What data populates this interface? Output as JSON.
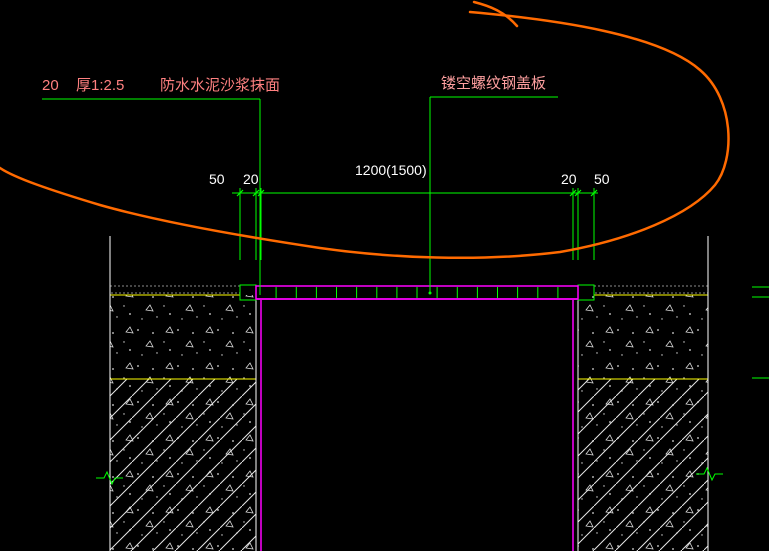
{
  "drawing": {
    "layer_note": {
      "thickness_label": "20",
      "mix_label": "厚1:2.5",
      "material_label": "防水水泥沙浆抹面"
    },
    "cover_note": {
      "label": "镂空螺纹钢盖板"
    },
    "dimensions": {
      "left_outer": "50",
      "left_inner": "20",
      "span": "1200(1500)",
      "right_inner": "20",
      "right_outer": "50"
    },
    "colors": {
      "background": "#000000",
      "leader_lines": "#00ff00",
      "cover_plate": "#ff00ff",
      "mortar_surface": "#ffff00",
      "concrete_edge": "#ffffff",
      "note_text_left": "#ff8080",
      "note_text_right": "#ffa0a0",
      "dimension_text": "#ffffff",
      "freehand_markup": "#ff6a00"
    }
  }
}
